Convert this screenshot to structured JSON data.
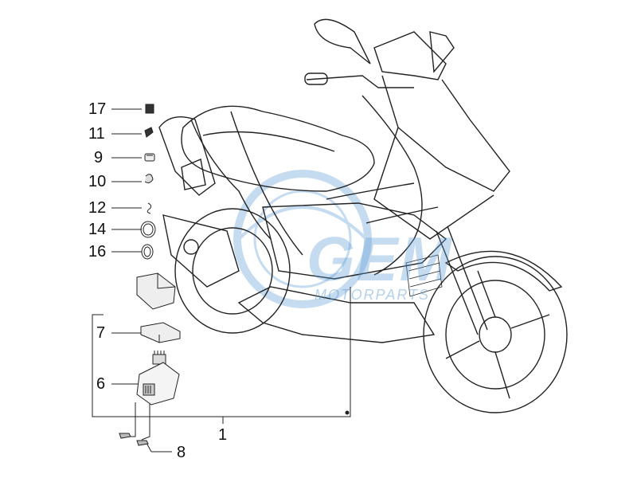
{
  "diagram": {
    "callouts": [
      {
        "id": "17",
        "label": "17"
      },
      {
        "id": "11",
        "label": "11"
      },
      {
        "id": "9",
        "label": "9"
      },
      {
        "id": "10",
        "label": "10"
      },
      {
        "id": "12",
        "label": "12"
      },
      {
        "id": "14",
        "label": "14"
      },
      {
        "id": "16",
        "label": "16"
      },
      {
        "id": "7",
        "label": "7"
      },
      {
        "id": "6",
        "label": "6"
      },
      {
        "id": "1",
        "label": "1"
      },
      {
        "id": "8",
        "label": "8"
      }
    ]
  },
  "watermark": {
    "brand": "GEM",
    "tagline": "MOTORPARTS",
    "color": "#5b9bd5"
  },
  "colors": {
    "line": "#222222",
    "accent_watermark": "#5b9bd5"
  }
}
